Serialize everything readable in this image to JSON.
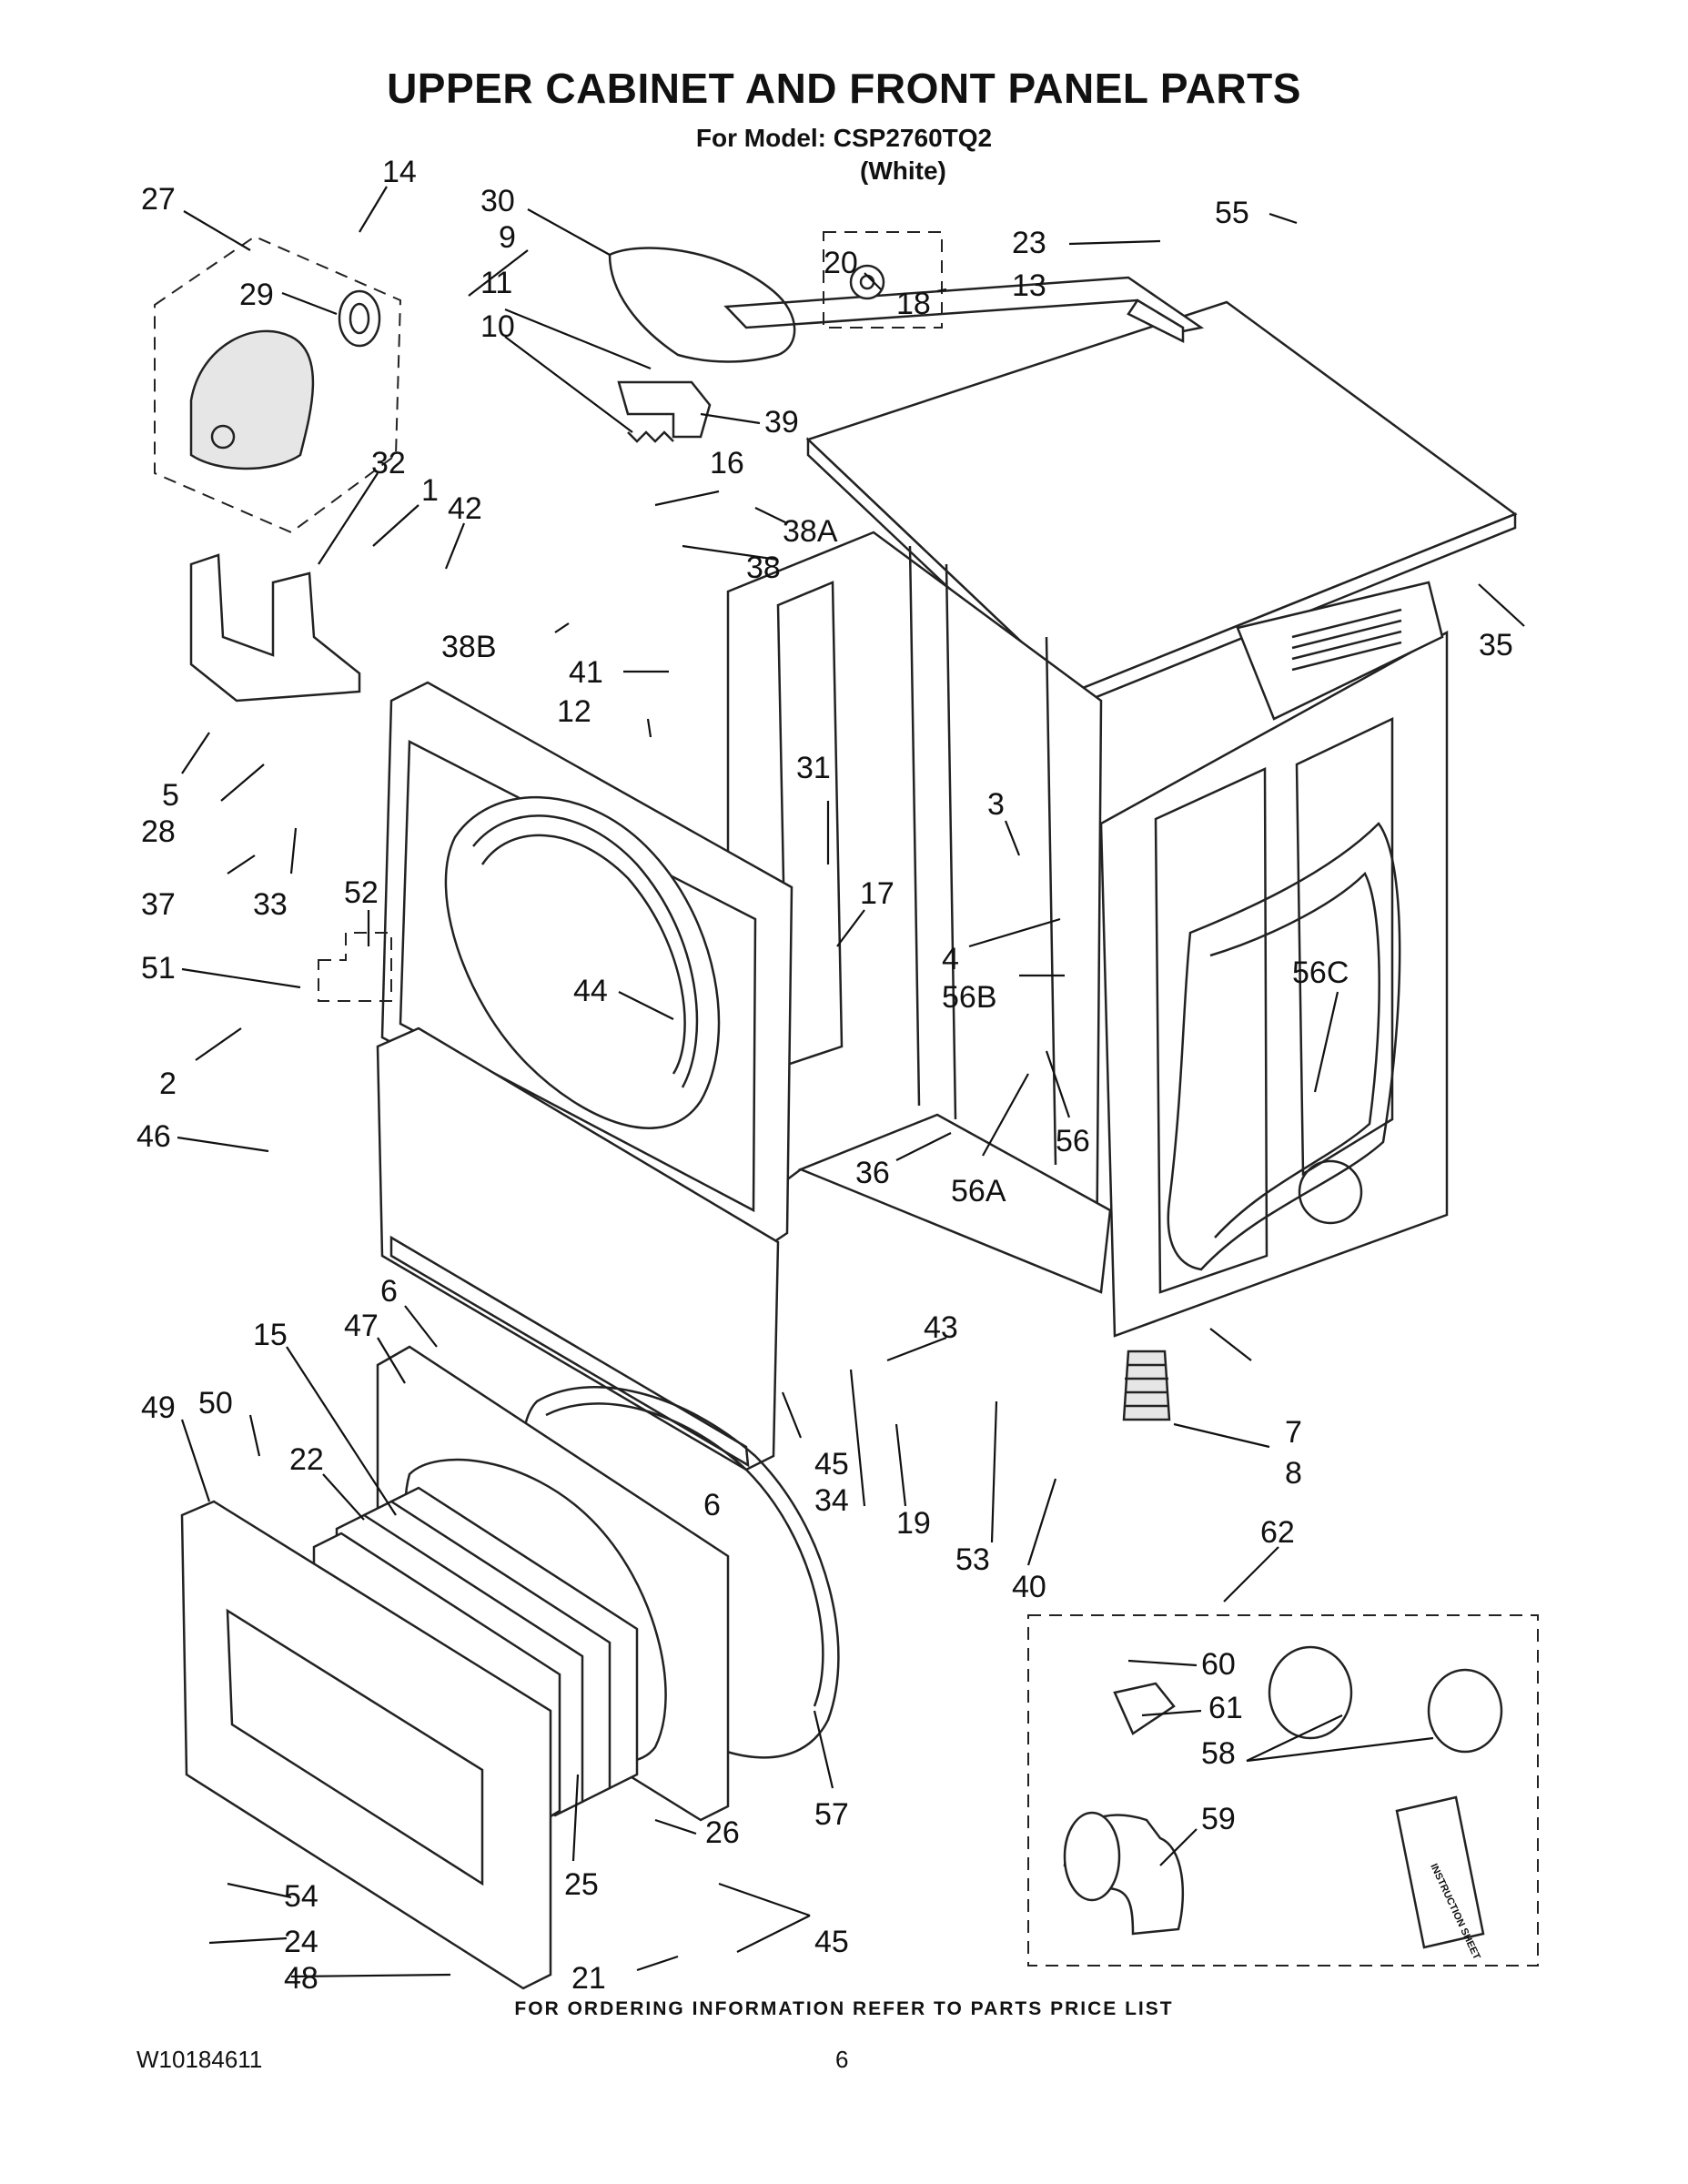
{
  "header": {
    "title": "UPPER CABINET AND FRONT PANEL PARTS",
    "model_line": "For Model: CSP2760TQ2",
    "color_line": "(White)"
  },
  "footer": {
    "ordering_note": "FOR ORDERING INFORMATION REFER TO PARTS PRICE LIST",
    "document_number": "W10184611",
    "page_number": "6"
  },
  "kit_panel": {
    "instruction_sheet_text": "INSTRUCTION SHEET"
  },
  "callouts": [
    "27",
    "14",
    "30",
    "9",
    "55",
    "23",
    "20",
    "13",
    "29",
    "11",
    "18",
    "10",
    "39",
    "16",
    "32",
    "1",
    "42",
    "38A",
    "38",
    "38B",
    "41",
    "35",
    "12",
    "5",
    "28",
    "31",
    "3",
    "37",
    "33",
    "52",
    "17",
    "51",
    "4",
    "56B",
    "56C",
    "44",
    "2",
    "56",
    "46",
    "36",
    "56A",
    "6",
    "47",
    "15",
    "43",
    "50",
    "49",
    "22",
    "45",
    "34",
    "7",
    "8",
    "6",
    "19",
    "53",
    "40",
    "62",
    "60",
    "61",
    "58",
    "57",
    "59",
    "26",
    "54",
    "25",
    "24",
    "45",
    "48",
    "21"
  ]
}
